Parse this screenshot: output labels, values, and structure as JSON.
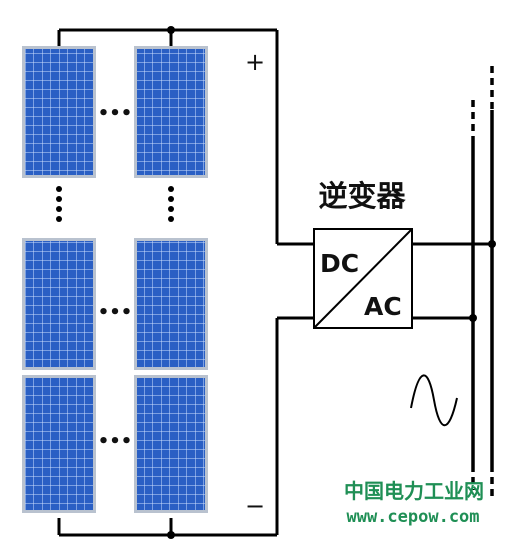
{
  "diagram": {
    "plus_label": "+",
    "minus_label": "−",
    "inverter_title": "逆变器",
    "inverter_dc": "DC",
    "inverter_ac": "AC",
    "ellipsis": "•••",
    "ac_symbol": "sine-wave-icon"
  },
  "watermark": {
    "site_name": "中国电力工业网",
    "url": "www.cepow.com"
  },
  "colors": {
    "panel_fill": "#2a5fc4",
    "panel_grid": "#cfe0ff",
    "panel_frame": "#b9c2cf",
    "wire": "#000000",
    "watermark": "#1f8f55"
  }
}
